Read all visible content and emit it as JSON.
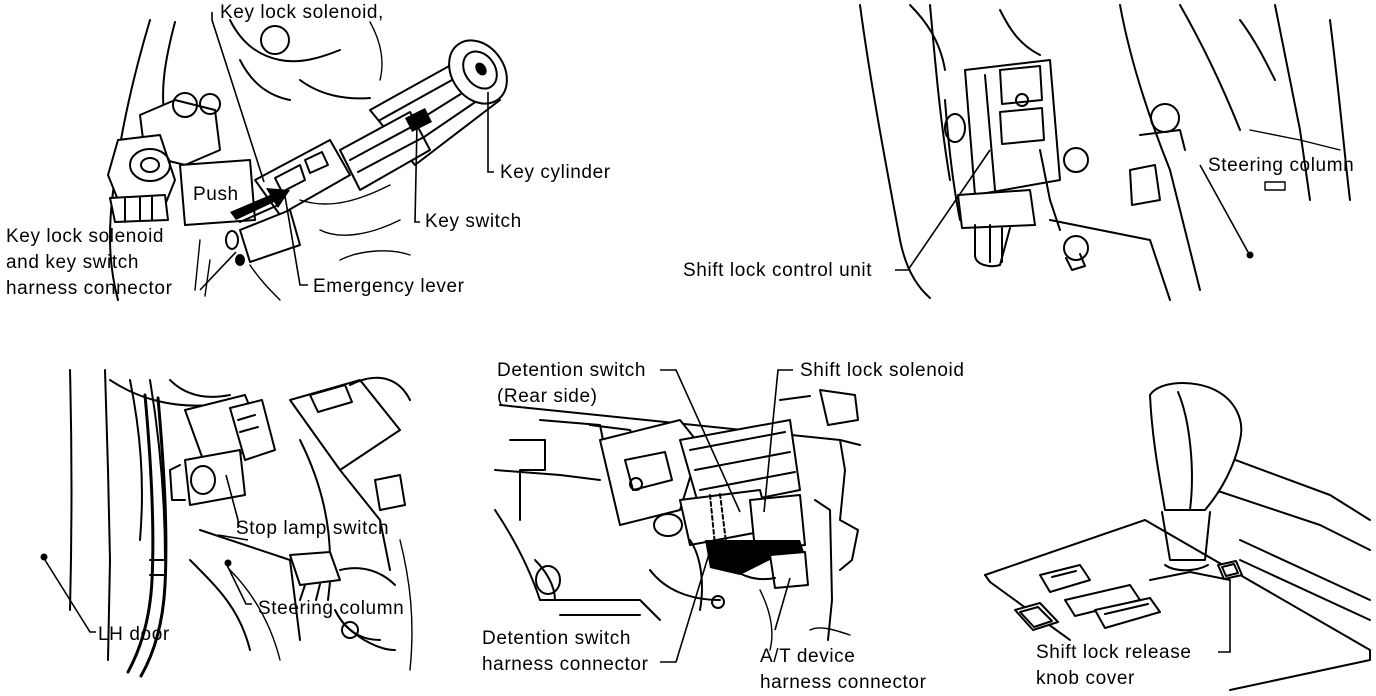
{
  "panels": {
    "key_lock": {
      "labels": {
        "key_lock_solenoid": "Key lock solenoid,",
        "key_cylinder": "Key cylinder",
        "push": "Push",
        "key_switch": "Key switch",
        "harness_line1": "Key lock solenoid",
        "harness_line2": "and key switch",
        "harness_line3": "harness connector",
        "emergency_lever": "Emergency lever"
      }
    },
    "shift_lock_unit": {
      "labels": {
        "steering_column": "Steering column",
        "shift_lock_control_unit": "Shift lock control unit"
      }
    },
    "stop_lamp": {
      "labels": {
        "stop_lamp_switch": "Stop lamp switch",
        "steering_column": "Steering column",
        "lh_door": "LH door"
      }
    },
    "detention": {
      "labels": {
        "detention_switch_line1": "Detention switch",
        "detention_switch_line2": "(Rear side)",
        "shift_lock_solenoid": "Shift lock solenoid",
        "detention_harness_line1": "Detention switch",
        "detention_harness_line2": "harness connector",
        "at_device_line1": "A/T device",
        "at_device_line2": "harness connector"
      }
    },
    "shift_knob": {
      "labels": {
        "release_line1": "Shift lock release",
        "release_line2": "knob cover"
      }
    }
  }
}
